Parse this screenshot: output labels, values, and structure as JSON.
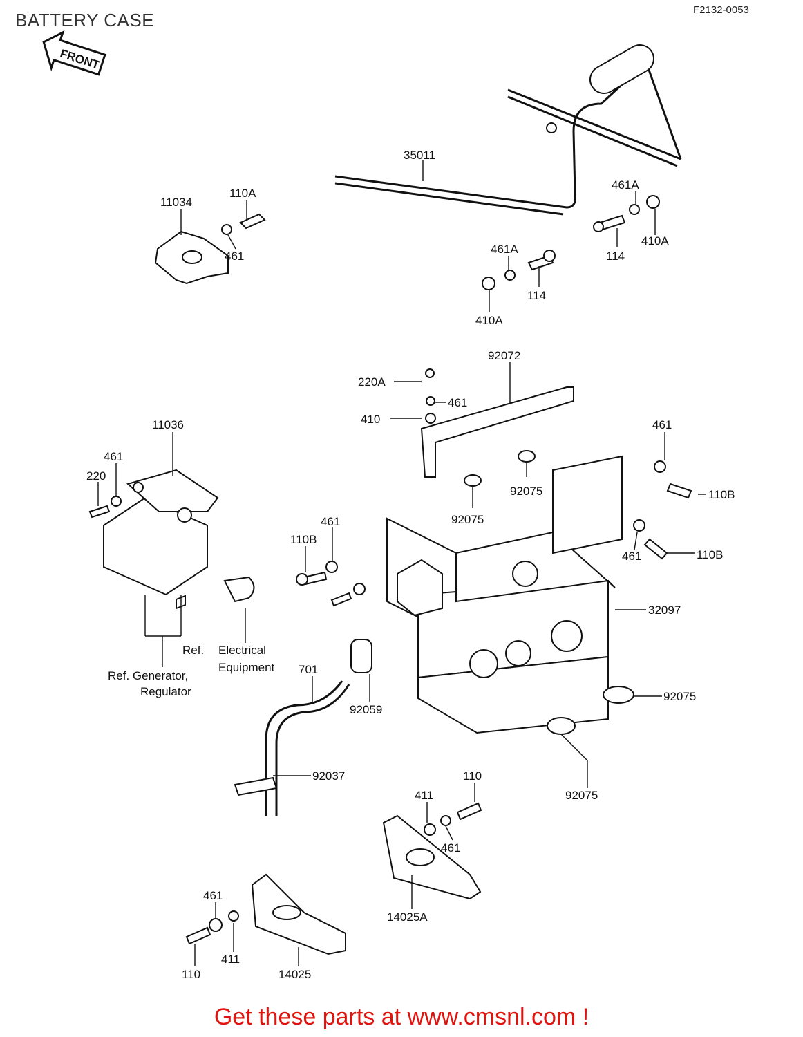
{
  "header": {
    "title": "BATTERY CASE",
    "figure_code": "F2132-0053",
    "front_marker": "FRONT"
  },
  "labels": {
    "p35011": "35011",
    "p11034": "11034",
    "p110A": "110A",
    "p461_a": "461",
    "p461A_a": "461A",
    "p114_a": "114",
    "p410A_a": "410A",
    "p461A_b": "461A",
    "p114_b": "114",
    "p410A_b": "410A",
    "p92072": "92072",
    "p220A": "220A",
    "p461_b": "461",
    "p410": "410",
    "p11036": "11036",
    "p461_c": "461",
    "p220": "220",
    "p461_d": "461",
    "p110B_a": "110B",
    "p92075_a": "92075",
    "p92075_b": "92075",
    "p110B_b": "110B",
    "p461_e": "461",
    "p461_f": "461",
    "p110B_c": "110B",
    "p32097": "32097",
    "p701": "701",
    "p92059": "92059",
    "p92075_c": "92075",
    "p92037": "92037",
    "p92075_d": "92075",
    "p110_a": "110",
    "p411_a": "411",
    "p461_g": "461",
    "p14025A": "14025A",
    "p461_h": "461",
    "p110_b": "110",
    "p411_b": "411",
    "p14025": "14025",
    "ref_electrical_1": "Ref.",
    "ref_electrical_2": "Electrical",
    "ref_electrical_3": "Equipment",
    "ref_generator_1": "Ref. Generator,",
    "ref_generator_2": "Regulator"
  },
  "footer": {
    "text": "Get these parts at www.cmsnl.com !"
  }
}
